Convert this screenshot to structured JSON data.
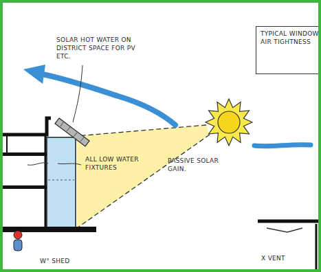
{
  "diagram": {
    "nodes": [
      {
        "text": [
          "TYPICAL WINDOW AIR TIGHTNESS"
        ]
      }
    ],
    "labels": [
      "SOLAR HOT WATER ON DISTRICT SPACE FOR PV ETC.",
      "ALL LOW WATER FIXTURES",
      "PASSIVE SOLAR GAIN.",
      "W° SHED",
      "X VENT"
    ]
  }
}
